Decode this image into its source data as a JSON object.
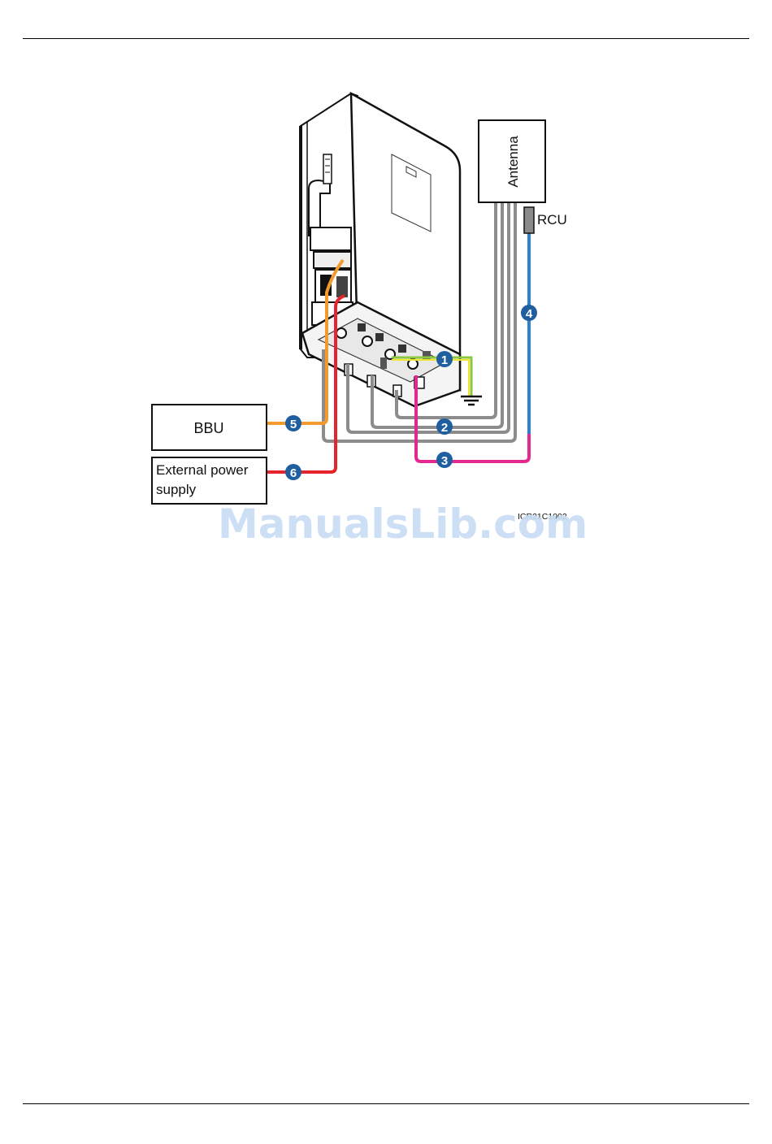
{
  "diagram": {
    "labels": {
      "antenna": "Antenna",
      "rcu": "RCU",
      "bbu": "BBU",
      "power_line1": "External power",
      "power_line2": "supply",
      "figure_id": "ICR21C1002"
    },
    "callouts": [
      "1",
      "2",
      "3",
      "4",
      "5",
      "6"
    ],
    "cable_colors": {
      "ground": "#8dc63f",
      "ground_alt": "#f2e530",
      "rf": "#8c8c8c",
      "aisg": "#e5288f",
      "rcu": "#2f7fd2",
      "fiber": "#f39a2c",
      "power": "#e4252b",
      "callout_fill": "#1f5fa0"
    },
    "icons": [
      "ground-symbol-icon",
      "rru-unit-icon",
      "rcu-module-icon"
    ]
  },
  "watermark": "ManualsLib.com"
}
